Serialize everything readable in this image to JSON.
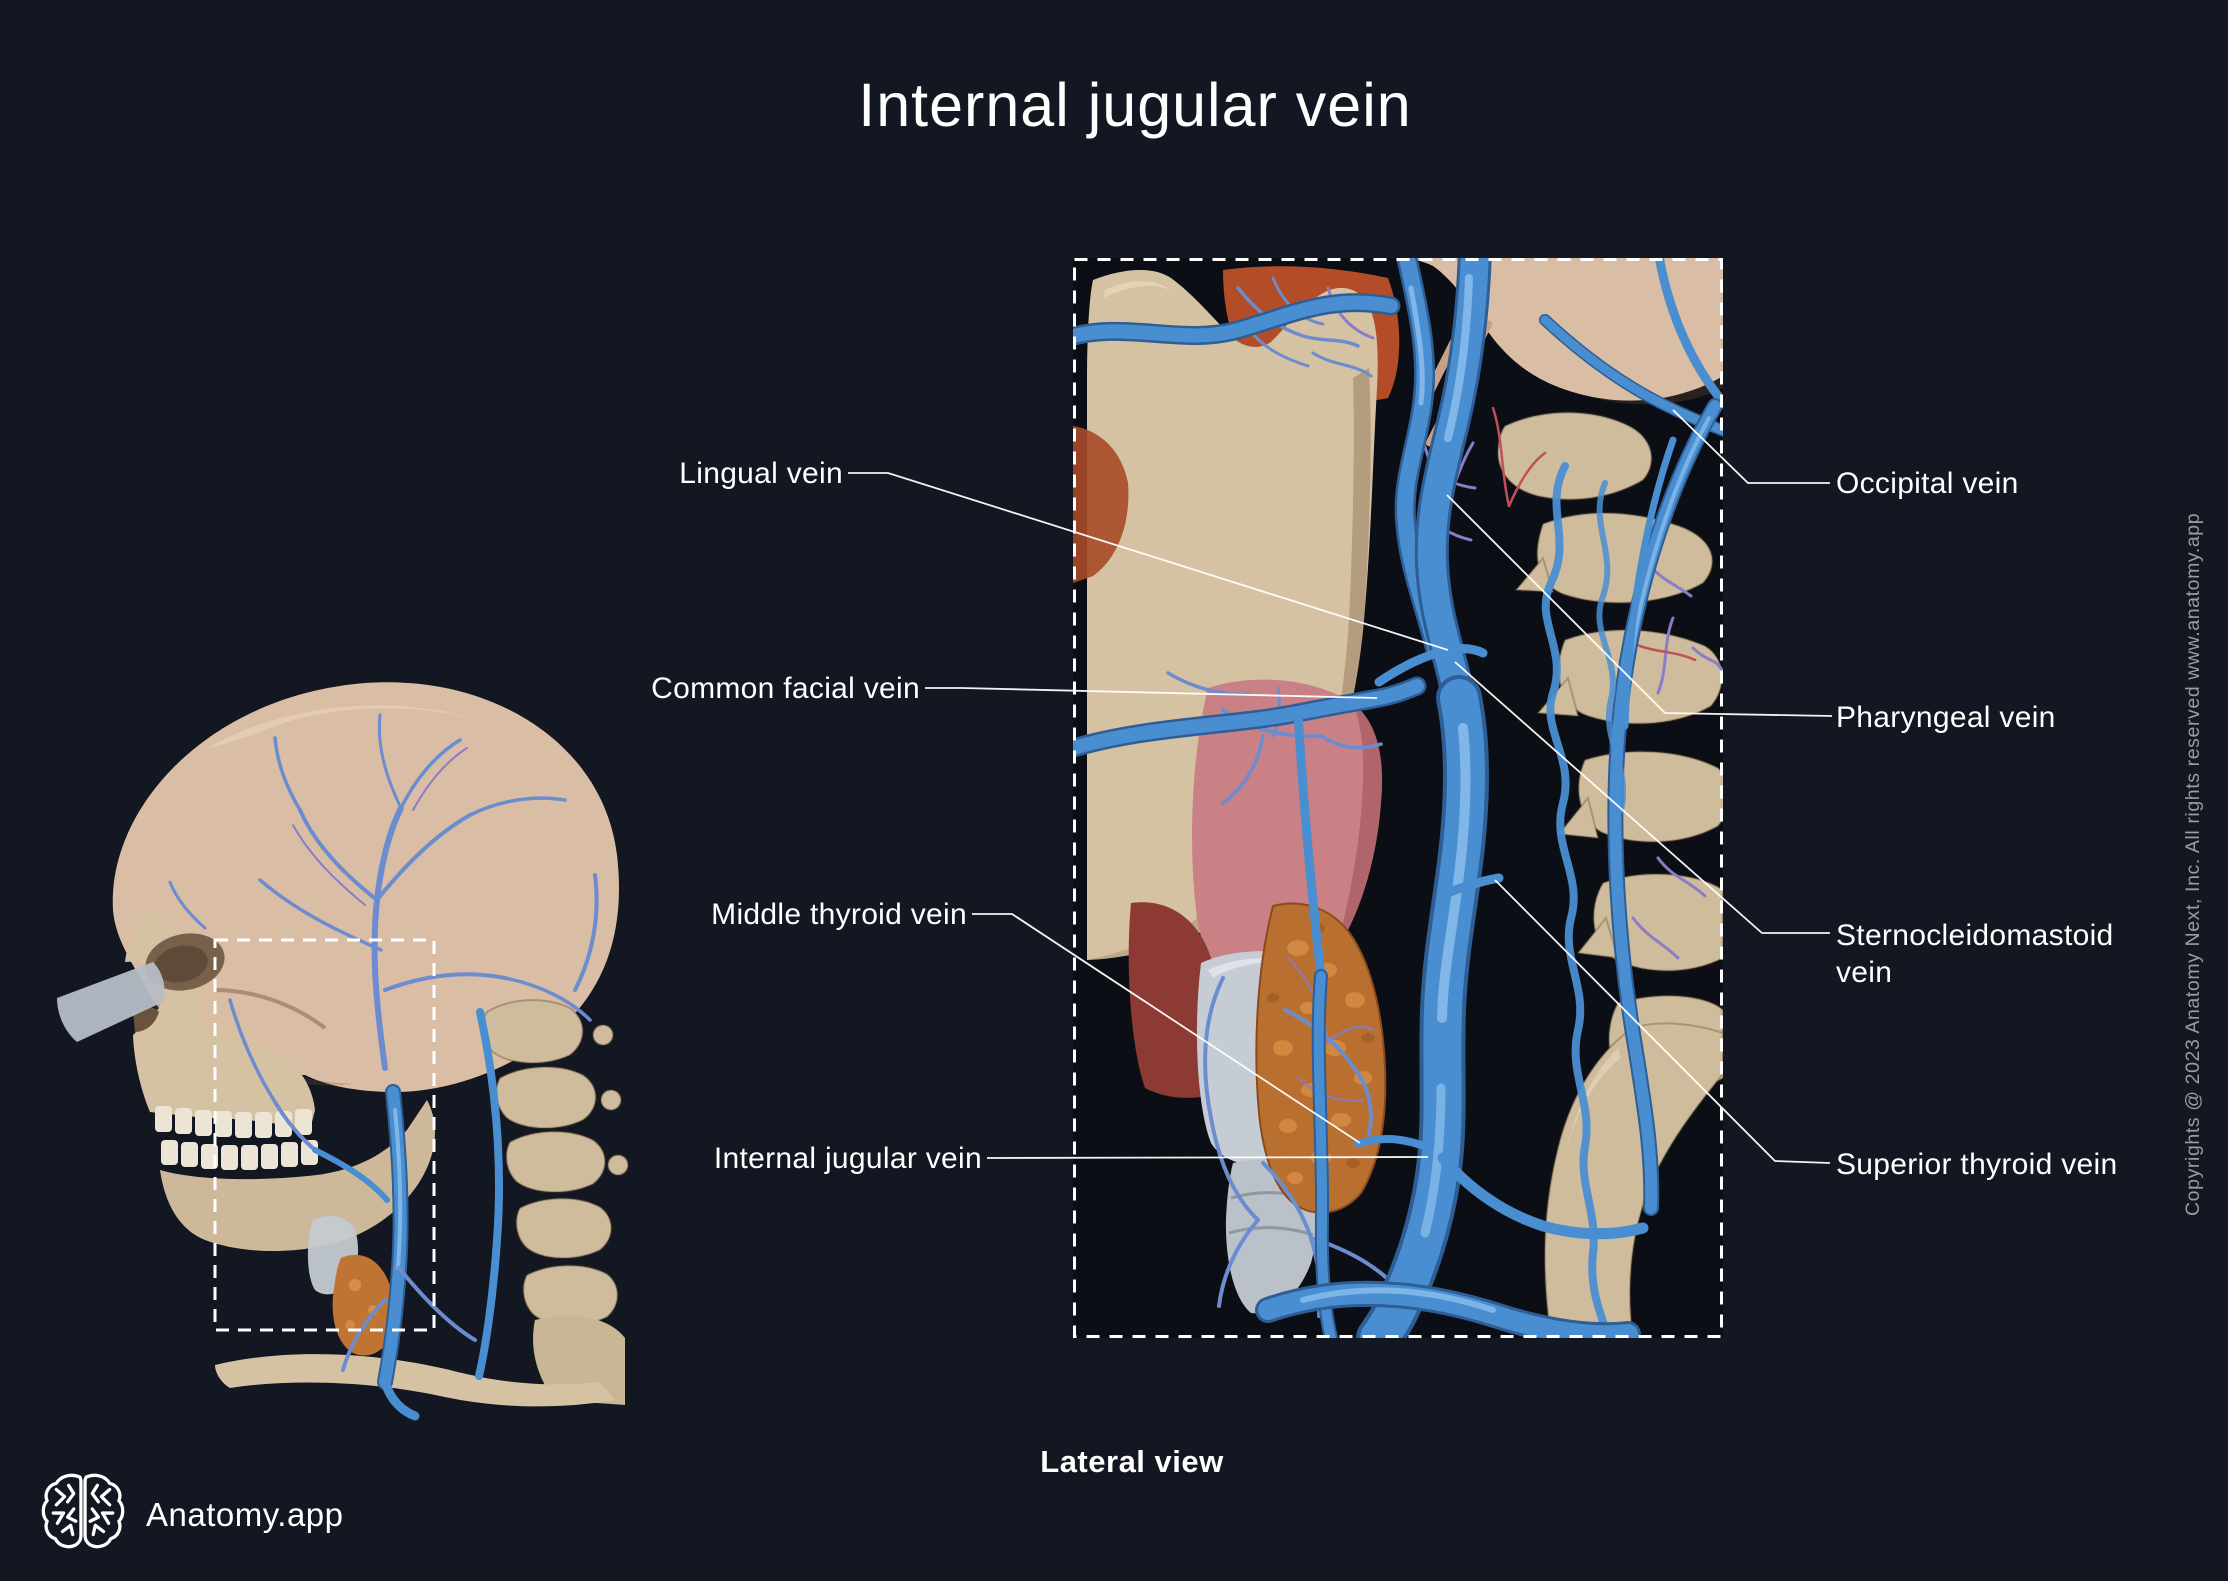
{
  "page": {
    "title": "Internal jugular vein",
    "caption": "Lateral view"
  },
  "branding": {
    "app_name": "Anatomy.app",
    "copyright": "Copyrights @ 2023 Anatomy Next, Inc. All rights reserved www.anatomy.app"
  },
  "diagram": {
    "left_labels": [
      {
        "text": "Lingual vein"
      },
      {
        "text": "Common facial vein"
      },
      {
        "text": "Middle thyroid vein"
      },
      {
        "text": "Internal jugular vein"
      }
    ],
    "right_labels": [
      {
        "text": "Occipital vein"
      },
      {
        "text": "Pharyngeal vein"
      },
      {
        "text": "Sternocleidomastoid vein"
      },
      {
        "text": "Superior thyroid vein"
      }
    ]
  },
  "colors": {
    "background": "#131721",
    "scene_background": "#0b0e14",
    "label_text": "#ffffff",
    "leader_line": "#ffffff",
    "copyright_text": "#9b9ba1",
    "bone": "#d5c2a3",
    "bone_warm": "#d9bda4",
    "bone_shadow": "#a78e6b",
    "vein_primary": "#4a8ed2",
    "vein_highlight": "#8fc2ee",
    "vein_deep": "#2e5e94",
    "vein_thin": "#6c8cd0",
    "vein_purple": "#8a7cc8",
    "artery_red": "#c0505c",
    "muscle_orange": "#b24d28",
    "muscle_pink": "#ca8186",
    "muscle_deep_red": "#8c3a33",
    "thyroid_orange": "#b96f2f",
    "thyroid_texture": "#e19a4e",
    "cartilage_gray": "#c5ccd4"
  }
}
